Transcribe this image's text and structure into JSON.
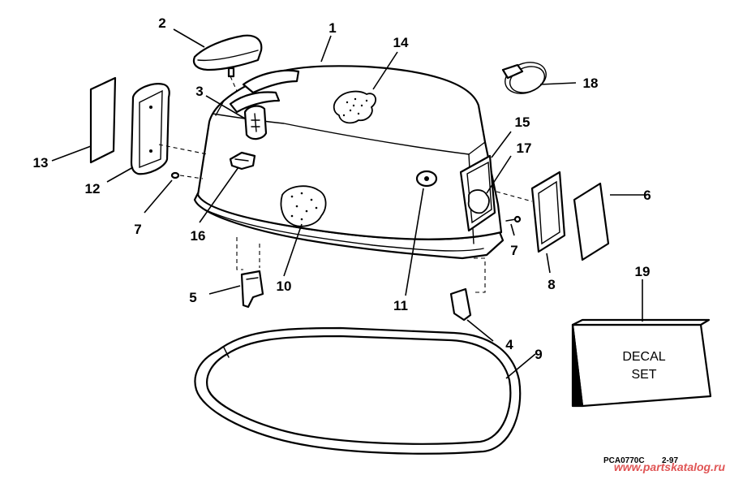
{
  "diagram": {
    "callouts": [
      "1",
      "2",
      "3",
      "4",
      "5",
      "6",
      "7",
      "7",
      "8",
      "9",
      "10",
      "11",
      "12",
      "13",
      "14",
      "15",
      "16",
      "17",
      "18",
      "19"
    ],
    "decal_set": {
      "line1": "DECAL",
      "line2": "SET"
    },
    "figure_code": "PCA0770C",
    "date_code": "2-97",
    "watermark": "www.partskatalog.ru"
  },
  "colors": {
    "ink": "#000000",
    "paper": "#ffffff",
    "watermark": "#e05555"
  }
}
